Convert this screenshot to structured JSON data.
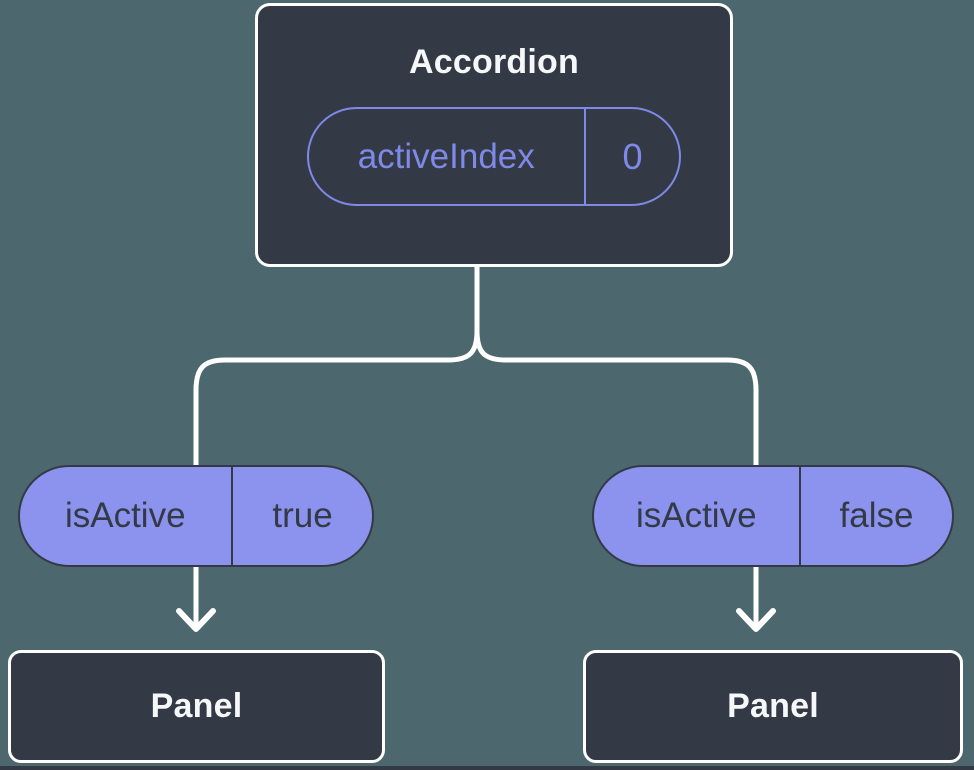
{
  "diagram": {
    "kind": "react-component-tree",
    "root": {
      "title": "Accordion",
      "state": {
        "name": "activeIndex",
        "value": "0"
      }
    },
    "props": [
      {
        "name": "isActive",
        "value": "true"
      },
      {
        "name": "isActive",
        "value": "false"
      }
    ],
    "children": [
      {
        "title": "Panel"
      },
      {
        "title": "Panel"
      }
    ]
  },
  "colors": {
    "background": "#4D676E",
    "node_background": "#333A45",
    "node_border": "#FFFFFF",
    "node_text": "#F6F7F9",
    "state_accent": "#7E89E8",
    "prop_pill_background": "#8B93EE",
    "prop_pill_text": "#333A45",
    "connector": "#FFFFFF",
    "bottom_strip": "#333A45"
  }
}
